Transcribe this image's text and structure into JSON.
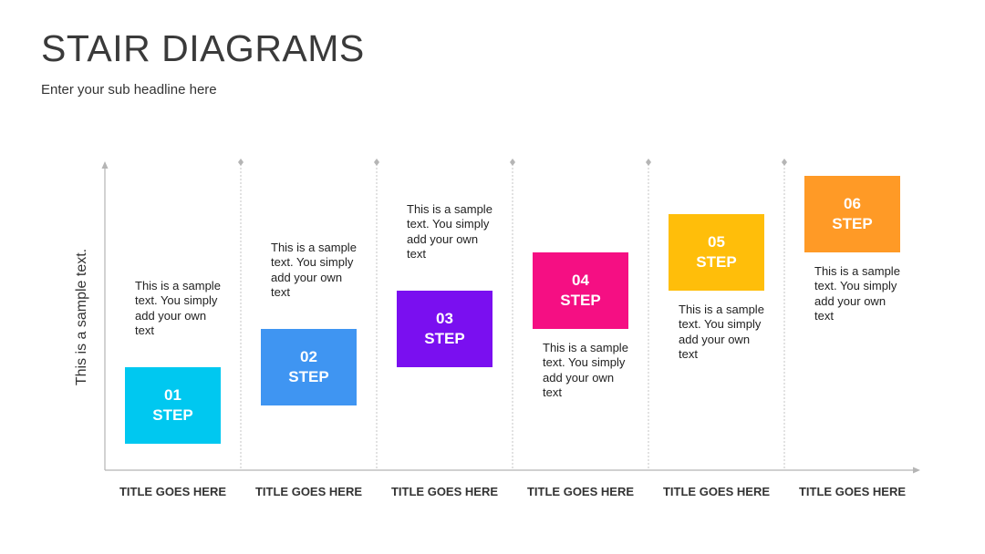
{
  "header": {
    "title": "STAIR DIAGRAMS",
    "subtitle": "Enter your sub headline here"
  },
  "axis": {
    "y_label": "This is a sample text."
  },
  "steps": [
    {
      "number": "01",
      "label": "STEP",
      "color": "#00c8f0",
      "text": "This is a sample text. You simply add your own text",
      "title": "TITLE GOES HERE"
    },
    {
      "number": "02",
      "label": "STEP",
      "color": "#3f95f2",
      "text": "This is a sample text. You simply add your own text",
      "title": "TITLE GOES HERE"
    },
    {
      "number": "03",
      "label": "STEP",
      "color": "#7a0ff0",
      "text": "This is a sample text. You simply add your own text",
      "title": "TITLE GOES HERE"
    },
    {
      "number": "04",
      "label": "STEP",
      "color": "#f50f83",
      "text": "This is a sample text. You simply add your own text",
      "title": "TITLE GOES HERE"
    },
    {
      "number": "05",
      "label": "STEP",
      "color": "#ffbe0a",
      "text": "This is a sample text. You simply add your own text",
      "title": "TITLE GOES HERE"
    },
    {
      "number": "06",
      "label": "STEP",
      "color": "#ff9a26",
      "text": "This is a sample text. You simply add your own text",
      "title": "TITLE GOES HERE"
    }
  ]
}
